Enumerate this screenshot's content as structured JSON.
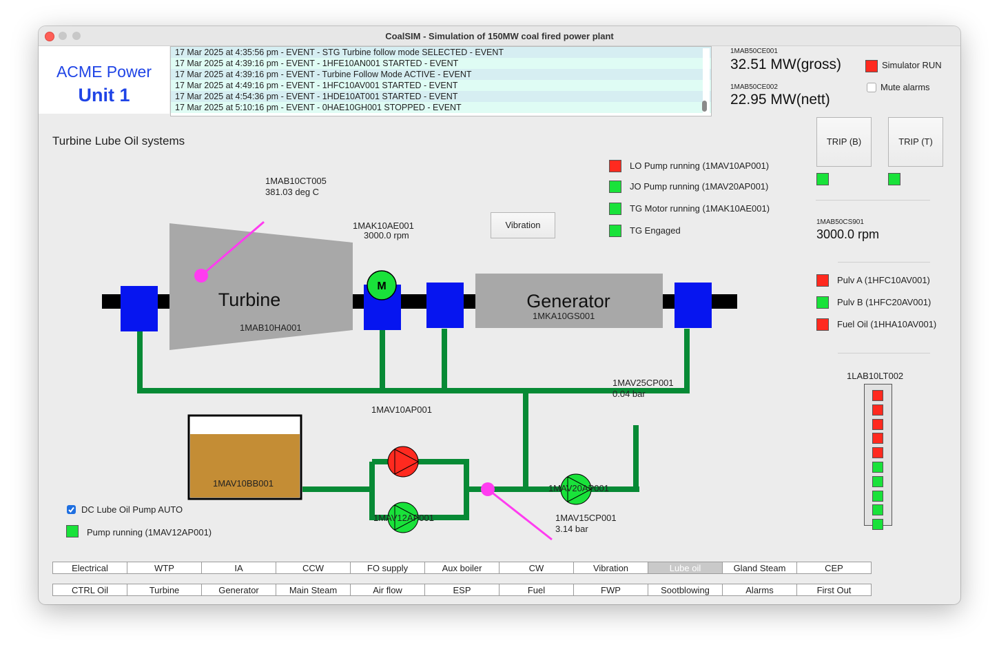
{
  "window": {
    "title": "CoalSIM - Simulation of 150MW coal fired power plant"
  },
  "brand": {
    "line1": "ACME Power",
    "line2": "Unit 1"
  },
  "event_log": [
    "17 Mar 2025 at 4:35:56 pm - EVENT - STG Turbine follow mode SELECTED - EVENT",
    "17 Mar 2025 at 4:39:16 pm - EVENT - 1HFE10AN001 STARTED - EVENT",
    "17 Mar 2025 at 4:39:16 pm - EVENT - Turbine Follow Mode ACTIVE - EVENT",
    "17 Mar 2025 at 4:49:16 pm - EVENT - 1HFC10AV001 STARTED - EVENT",
    "17 Mar 2025 at 4:54:36 pm - EVENT - 1HDE10AT001 STARTED - EVENT",
    "17 Mar 2025 at 5:10:16 pm - EVENT - 0HAE10GH001 STOPPED - EVENT"
  ],
  "power": {
    "gross_tag": "1MAB50CE001",
    "gross_value": "32.51 MW(gross)",
    "nett_tag": "1MAB50CE002",
    "nett_value": "22.95 MW(nett)"
  },
  "controls": {
    "sim_run_label": "Simulator RUN",
    "mute_label": "Mute alarms",
    "trip_b_label": "TRIP (B)",
    "trip_t_label": "TRIP (T)",
    "speed_tag": "1MAB50CS901",
    "speed_value": "3000.0 rpm",
    "level_tag": "1LAB10LT002"
  },
  "right_status": [
    {
      "label": "Pulv A (1HFC10AV001)",
      "color": "#ff2a1f"
    },
    {
      "label": "Pulv B (1HFC20AV001)",
      "color": "#19e23a"
    },
    {
      "label": "Fuel Oil (1HHA10AV001)",
      "color": "#ff2a1f"
    }
  ],
  "level_indicator": [
    "#ff2a1f",
    "#ff2a1f",
    "#ff2a1f",
    "#ff2a1f",
    "#ff2a1f",
    "#19e23a",
    "#19e23a",
    "#19e23a",
    "#19e23a",
    "#19e23a"
  ],
  "page_title": "Turbine Lube Oil systems",
  "legend": [
    {
      "label": "LO Pump running (1MAV10AP001)",
      "color": "#ff2a1f"
    },
    {
      "label": "JO Pump running (1MAV20AP001)",
      "color": "#19e23a"
    },
    {
      "label": "TG Motor running (1MAK10AE001)",
      "color": "#19e23a"
    },
    {
      "label": "TG Engaged",
      "color": "#19e23a"
    }
  ],
  "vibration_button": "Vibration",
  "diagram": {
    "turbine_label": "Turbine",
    "turbine_tag": "1MAB10HA001",
    "temp_tag": "1MAB10CT005",
    "temp_value": "381.03 deg C",
    "motor_tag": "1MAK10AE001",
    "motor_value": "3000.0 rpm",
    "motor_letter": "M",
    "generator_label": "Generator",
    "generator_tag": "1MKA10GS001",
    "tank_tag": "1MAV10BB001",
    "pump1_tag": "1MAV10AP001",
    "pump2_tag": "1MAV12AP001",
    "pump3_tag": "1MAV20AP001",
    "p25_tag": "1MAV25CP001",
    "p25_value": "0.04 bar",
    "p15_tag": "1MAV15CP001",
    "p15_value": "3.14 bar"
  },
  "bottom_left": {
    "auto_label": "DC Lube Oil Pump AUTO",
    "pump_running_label": "Pump running (1MAV12AP001)"
  },
  "tabs_row1": [
    "Electrical",
    "WTP",
    "IA",
    "CCW",
    "FO supply",
    "Aux boiler",
    "CW",
    "Vibration",
    "Lube oil",
    "Gland Steam",
    "CEP"
  ],
  "tabs_row2": [
    "CTRL Oil",
    "Turbine",
    "Generator",
    "Main Steam",
    "Air flow",
    "ESP",
    "Fuel",
    "FWP",
    "Sootblowing",
    "Alarms",
    "First Out"
  ],
  "active_tab": "Lube oil",
  "colors": {
    "red": "#ff2a1f",
    "green": "#19e23a",
    "pipe": "#078a35",
    "blue": "#0615f0",
    "magenta": "#ff3cf0"
  }
}
